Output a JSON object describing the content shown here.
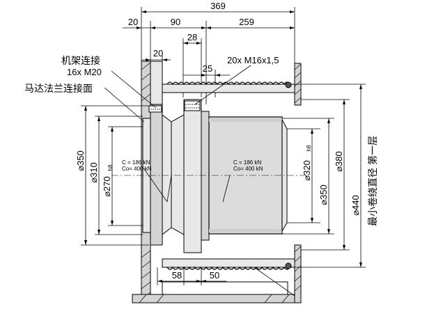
{
  "top_dims": {
    "total": "369",
    "left": "20",
    "mid": "90",
    "right": "259",
    "d28": "28",
    "d20b": "20",
    "d25": "25"
  },
  "bottom_dims": {
    "d58": "58",
    "d50": "50"
  },
  "labels": {
    "frame_conn_1": "机架连接",
    "frame_conn_2": "16x M20",
    "motor_flange": "马达法兰连接面",
    "thread": "20x M16x1,5"
  },
  "load1": {
    "c": "C  = 186 kN",
    "co": "Co= 400 kN"
  },
  "load2": {
    "c": "C  = 186 kN",
    "co": "Co= 400 kN"
  },
  "left_diams": {
    "d350": "⌀350",
    "d310": "⌀310",
    "d270": "⌀270",
    "d270_tol": "h8"
  },
  "right_diams": {
    "d320": "⌀320",
    "d320_tol": "h8",
    "d350": "⌀350",
    "d380": "⌀380",
    "d440": "⌀440"
  },
  "vertical_note": "最小卷绕直径  第一层"
}
